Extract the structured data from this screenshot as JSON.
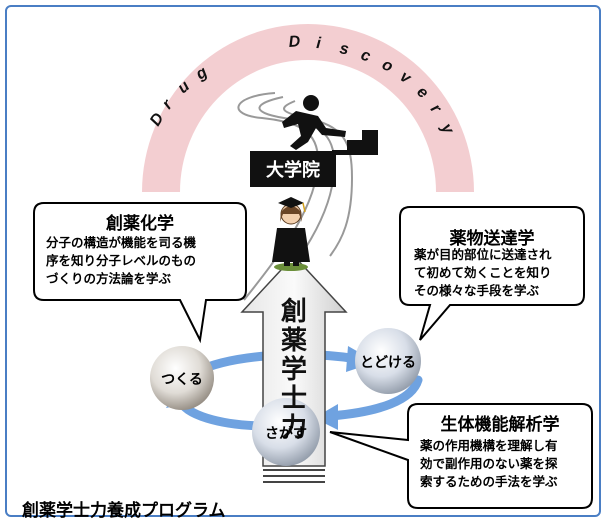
{
  "arc_title": {
    "word1": "Drug",
    "word2": "Discovery"
  },
  "graduate_school": "大学院",
  "center_arrow_text": "創薬学士力",
  "bubbles": {
    "left": {
      "title": "創薬化学",
      "lines": [
        "分子の構造が機能を司る機",
        "序を知り分子レベルのもの",
        "づくりの方法論を学ぶ"
      ]
    },
    "right": {
      "title": "薬物送達学",
      "lines": [
        "薬が目的部位に送達され",
        "て初めて効くことを知り",
        "その様々な手段を学ぶ"
      ]
    },
    "bottom": {
      "title": "生体機能解析学",
      "lines": [
        "薬の作用機構を理解し有",
        "効で副作用のない薬を探",
        "索するための手法を学ぶ"
      ]
    }
  },
  "nodes": {
    "make": "つくる",
    "deliver": "とどける",
    "search": "さがす"
  },
  "program_title": "創薬学士力養成プログラム",
  "colors": {
    "frame": "#4a7ec4",
    "arc_pink": "#f2c9cc",
    "cycle_blue": "#6fa2e0"
  }
}
